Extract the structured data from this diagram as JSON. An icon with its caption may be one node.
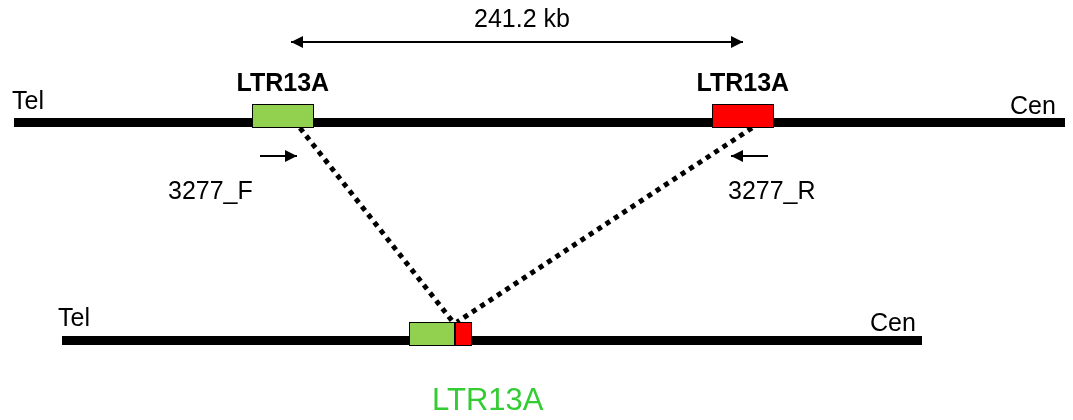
{
  "diagram": {
    "nodes": [
      {
        "text": [
          "LTR13A"
        ]
      },
      {
        "text": [
          "LTR13A"
        ]
      },
      {
        "text": [],
        "shape": "box"
      },
      {
        "text": [],
        "shape": "box"
      }
    ],
    "edges": [
      {
        "from": 0,
        "to": 2,
        "arrow": "none",
        "style": "dashed"
      },
      {
        "from": 1,
        "to": 3,
        "arrow": "none",
        "style": "dashed"
      }
    ],
    "labels": [
      "241.2 kb",
      "Tel",
      "Cen",
      "3277_F",
      "3277_R",
      "Tel",
      "Cen",
      "LTR13A"
    ]
  }
}
